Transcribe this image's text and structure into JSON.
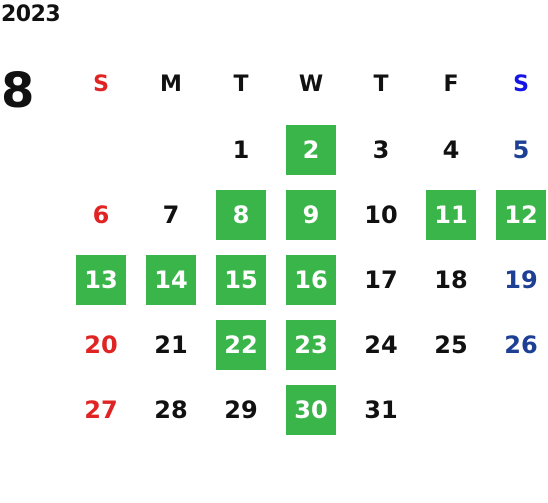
{
  "header": {
    "year": "2023",
    "month": "8"
  },
  "colors": {
    "highlight": "#3ab54a",
    "sunday": "#e02424",
    "saturday": "#1d3f94",
    "saturday_header": "#1414e6"
  },
  "weekdays": [
    "S",
    "M",
    "T",
    "W",
    "T",
    "F",
    "S"
  ],
  "weeks": [
    [
      {
        "d": ""
      },
      {
        "d": ""
      },
      {
        "d": "1"
      },
      {
        "d": "2",
        "hl": true
      },
      {
        "d": "3"
      },
      {
        "d": "4"
      },
      {
        "d": "5"
      }
    ],
    [
      {
        "d": "6"
      },
      {
        "d": "7"
      },
      {
        "d": "8",
        "hl": true
      },
      {
        "d": "9",
        "hl": true
      },
      {
        "d": "10"
      },
      {
        "d": "11",
        "hl": true
      },
      {
        "d": "12",
        "hl": true
      }
    ],
    [
      {
        "d": "13",
        "hl": true
      },
      {
        "d": "14",
        "hl": true
      },
      {
        "d": "15",
        "hl": true
      },
      {
        "d": "16",
        "hl": true
      },
      {
        "d": "17"
      },
      {
        "d": "18"
      },
      {
        "d": "19"
      }
    ],
    [
      {
        "d": "20"
      },
      {
        "d": "21"
      },
      {
        "d": "22",
        "hl": true
      },
      {
        "d": "23",
        "hl": true
      },
      {
        "d": "24"
      },
      {
        "d": "25"
      },
      {
        "d": "26"
      }
    ],
    [
      {
        "d": "27"
      },
      {
        "d": "28"
      },
      {
        "d": "29"
      },
      {
        "d": "30",
        "hl": true
      },
      {
        "d": "31"
      },
      {
        "d": ""
      },
      {
        "d": ""
      }
    ]
  ]
}
